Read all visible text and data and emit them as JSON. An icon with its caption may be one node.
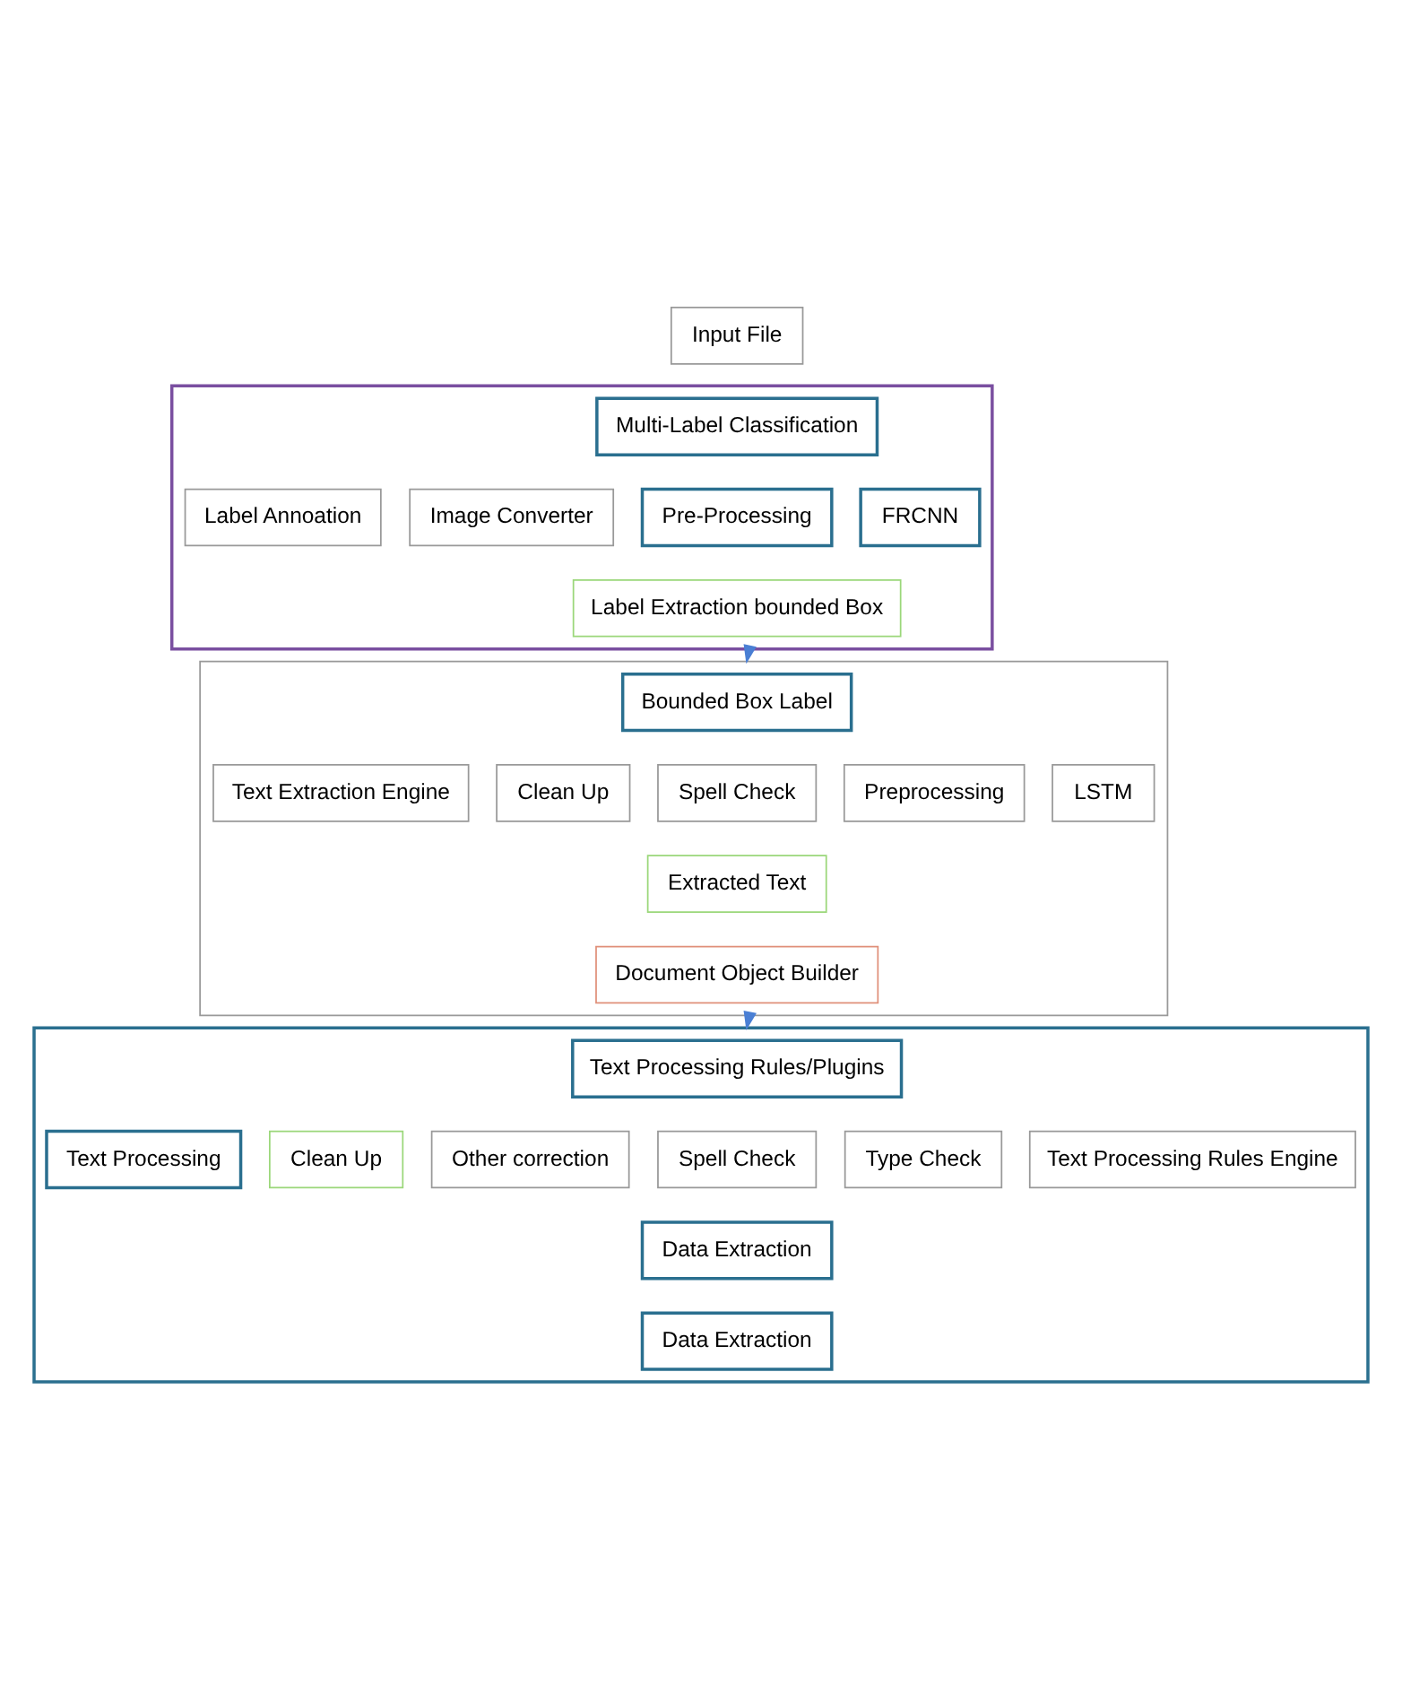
{
  "diagram": {
    "nodes": [
      {
        "text": [
          "Input File"
        ]
      },
      {
        "text": [],
        "shape": "box"
      },
      {
        "text": [
          "Label Annoation"
        ],
        "in": 1
      },
      {
        "text": [
          "Multi-Label Classification"
        ],
        "in": 1
      },
      {
        "text": [
          "Image Converter"
        ],
        "in": 1
      },
      {
        "text": [
          "Pre-Processing"
        ],
        "in": 1
      },
      {
        "text": [
          "Label Extraction bounded Box"
        ],
        "in": 1
      },
      {
        "text": [
          "FRCNN"
        ],
        "in": 1
      },
      {
        "text": [],
        "shape": "box"
      },
      {
        "text": [
          "Text Extraction Engine"
        ],
        "in": 8
      },
      {
        "text": [
          "Bounded Box Label"
        ],
        "in": 8
      },
      {
        "text": [
          "Clean Up"
        ],
        "in": 8
      },
      {
        "text": [
          "Spell Check"
        ],
        "in": 8
      },
      {
        "text": [
          "Preprocessing"
        ],
        "in": 8
      },
      {
        "text": [
          "Extracted Text"
        ],
        "in": 8
      },
      {
        "text": [
          "LSTM"
        ],
        "in": 8
      },
      {
        "text": [
          "Document Object Builder"
        ],
        "in": 8
      },
      {
        "text": [],
        "shape": "box"
      },
      {
        "text": [
          "Text Processing"
        ],
        "in": 17
      },
      {
        "text": [
          "Text Processing Rules/Plugins"
        ],
        "in": 17
      },
      {
        "text": [
          "Clean Up"
        ],
        "in": 17
      },
      {
        "text": [
          "Other correction"
        ],
        "in": 17
      },
      {
        "text": [
          "Spell Check"
        ],
        "in": 17
      },
      {
        "text": [
          "Type Check"
        ],
        "in": 17
      },
      {
        "text": [
          "Data Extraction"
        ],
        "in": 17
      },
      {
        "text": [
          "Text Processing Rules Engine"
        ],
        "in": 17
      },
      {
        "text": [
          "Data Extraction"
        ],
        "in": 17
      }
    ],
    "edges": [
      {
        "from": 1,
        "to": 8,
        "arrow": "to",
        "color": "#4a7fd4"
      },
      {
        "from": 8,
        "to": 17,
        "arrow": "to",
        "color": "#4a7fd4"
      }
    ]
  }
}
